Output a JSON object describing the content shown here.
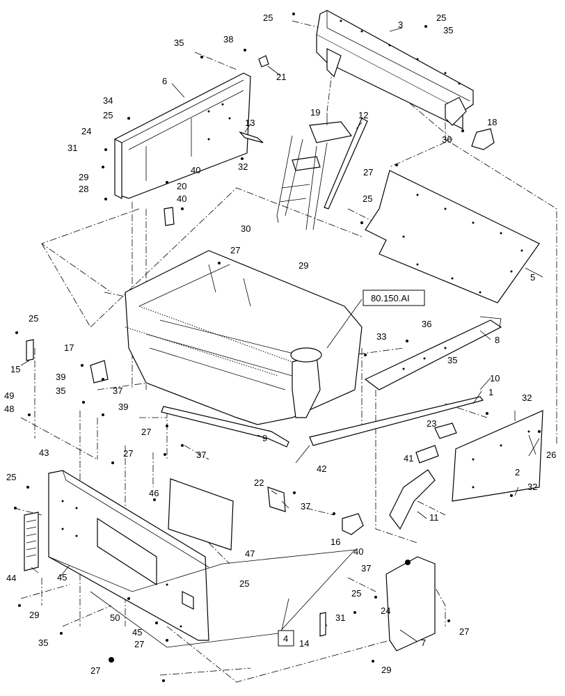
{
  "diagram": {
    "callouts": {
      "c1": "1",
      "c2": "2",
      "c3": "3",
      "c4": "4",
      "c5": "5",
      "c6": "6",
      "c7": "7",
      "c8": "8",
      "c9": "9",
      "c10": "10",
      "c11": "11",
      "c12": "12",
      "c13": "13",
      "c14": "14",
      "c15": "15",
      "c16": "16",
      "c17": "17",
      "c18": "18",
      "c19": "19",
      "c20": "20",
      "c21": "21",
      "c22": "22",
      "c23": "23",
      "c24": "24",
      "c25": "25",
      "c26": "26",
      "c27": "27",
      "c28": "28",
      "c29": "29",
      "c30": "30",
      "c31": "31",
      "c32": "32",
      "c33": "33",
      "c34": "34",
      "c35": "35",
      "c36": "36",
      "c37": "37",
      "c38": "38",
      "c39": "39",
      "c40": "40",
      "c41": "41",
      "c42": "42",
      "c43": "43",
      "c44": "44",
      "c45": "45",
      "c46": "46",
      "c47": "47",
      "c48": "48",
      "c49": "49",
      "c50": "50"
    },
    "reference_label": "80.150.AI",
    "boxed_callout": "4"
  }
}
